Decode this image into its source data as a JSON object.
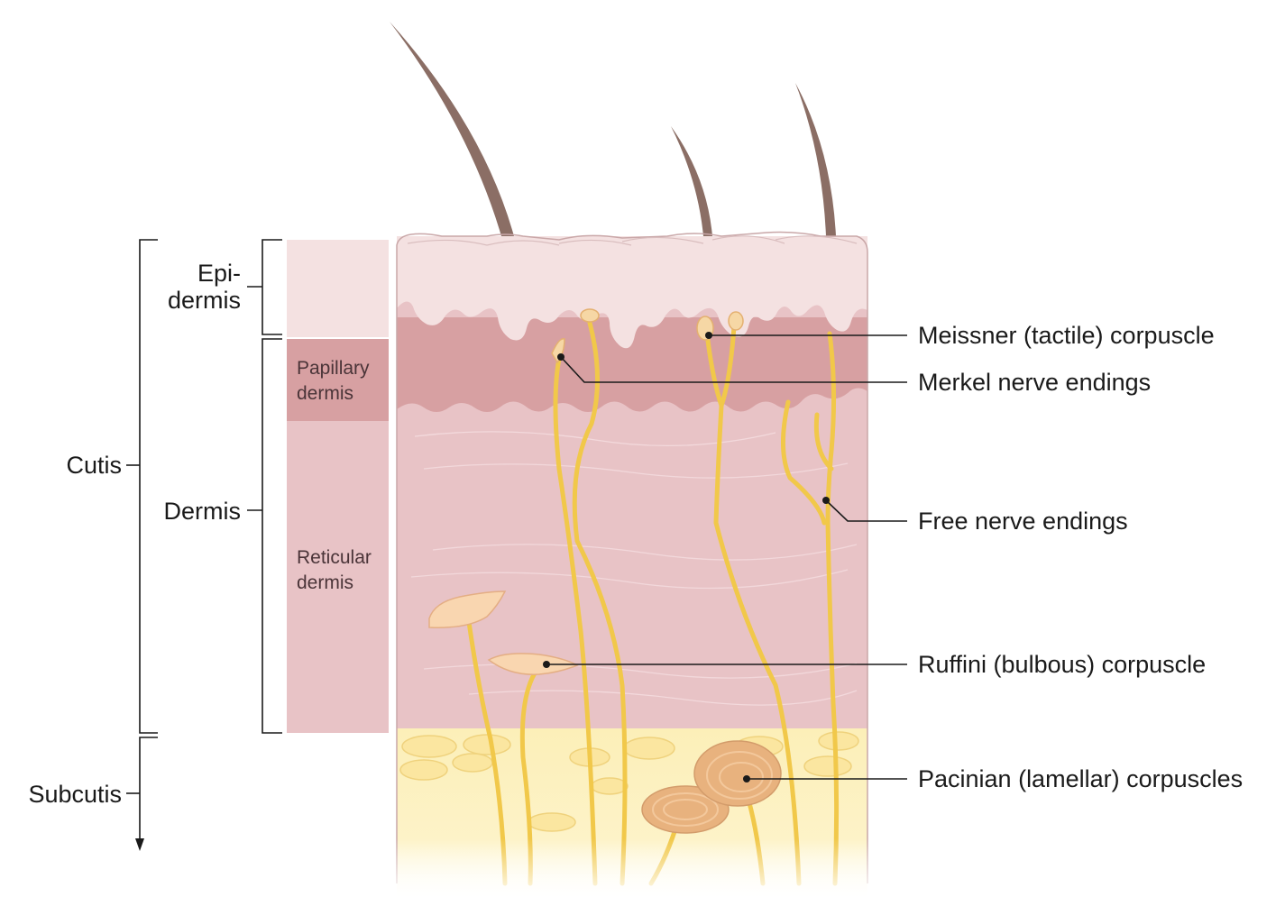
{
  "layers": {
    "cutis": "Cutis",
    "subcutis": "Subcutis",
    "epidermis_line1": "Epi-",
    "epidermis_line2": "dermis",
    "dermis": "Dermis",
    "papillary_line1": "Papillary",
    "papillary_line2": "dermis",
    "reticular_line1": "Reticular",
    "reticular_line2": "dermis"
  },
  "callouts": {
    "meissner": "Meissner (tactile) corpuscle",
    "merkel": "Merkel nerve endings",
    "free": "Free nerve endings",
    "ruffini": "Ruffini (bulbous) corpuscle",
    "pacinian": "Pacinian (lamellar) corpuscles"
  },
  "colors": {
    "epidermis": "#f4e1e1",
    "papillary_dermis": "#d7a0a2",
    "reticular_dermis": "#e8c3c6",
    "subcutis": "#fcefb8",
    "nerve": "#f1c84a",
    "hair": "#8b6e65",
    "pacinian": "#e8b27e",
    "ruffini": "#f9d6b0"
  }
}
